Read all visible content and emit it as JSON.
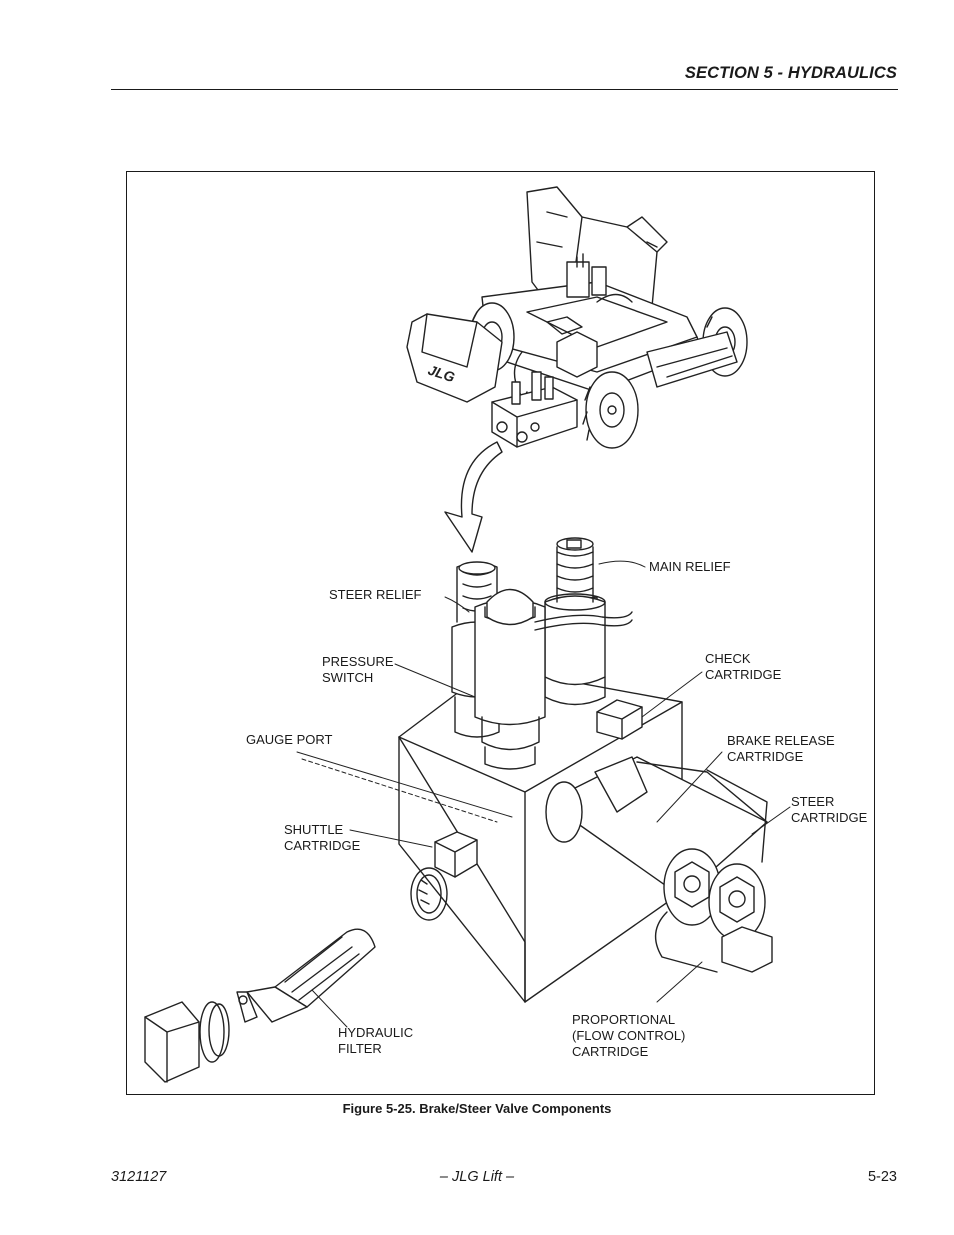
{
  "header": {
    "section_title": "SECTION 5 - HYDRAULICS"
  },
  "figure": {
    "callouts": {
      "main_relief": [
        "MAIN RELIEF"
      ],
      "steer_relief": [
        "STEER RELIEF"
      ],
      "pressure_switch": [
        "PRESSURE",
        "SWITCH"
      ],
      "check_cartridge": [
        "CHECK",
        "CARTRIDGE"
      ],
      "gauge_port": [
        "GAUGE PORT"
      ],
      "brake_release_cartridge": [
        "BRAKE RELEASE",
        "CARTRIDGE"
      ],
      "steer_cartridge": [
        "STEER",
        "CARTRIDGE"
      ],
      "shuttle_cartridge": [
        "SHUTTLE",
        "CARTRIDGE"
      ],
      "hydraulic_filter": [
        "HYDRAULIC",
        "FILTER"
      ],
      "proportional_cartridge": [
        "PROPORTIONAL",
        "(FLOW CONTROL)",
        "CARTRIDGE"
      ]
    },
    "machine_logo": "JLG",
    "caption": "Figure 5-25.  Brake/Steer Valve Components"
  },
  "footer": {
    "doc_number": "3121127",
    "publisher": "– JLG Lift –",
    "page_number": "5-23"
  }
}
